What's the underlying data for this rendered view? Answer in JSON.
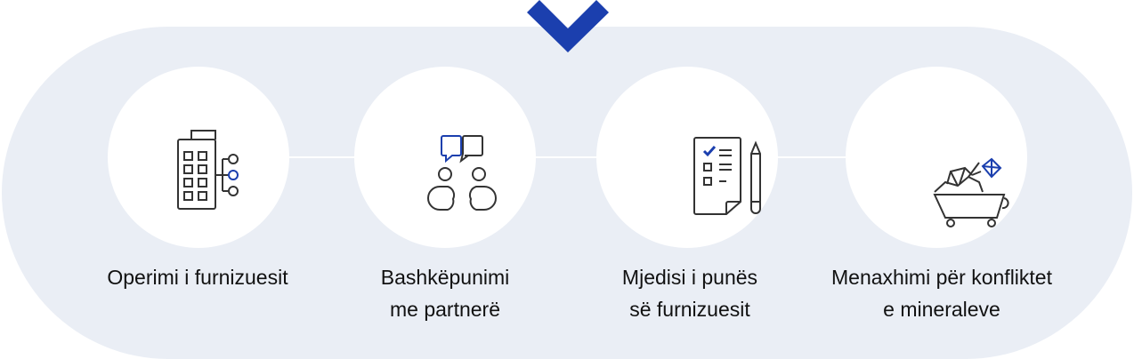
{
  "steps": [
    {
      "icon": "building-hierarchy-icon",
      "label": "Operimi i furnizuesit"
    },
    {
      "icon": "partners-dialogue-icon",
      "label": "Bashkëpunimi\nme partnerë"
    },
    {
      "icon": "checklist-pencil-icon",
      "label": "Mjedisi i punës\nsë furnizuesit"
    },
    {
      "icon": "mineral-cart-icon",
      "label": "Menaxhimi për konfliktet\ne mineraleve"
    }
  ],
  "colors": {
    "accent": "#1b3fae",
    "stroke": "#333333",
    "band": "#eaeef5"
  }
}
